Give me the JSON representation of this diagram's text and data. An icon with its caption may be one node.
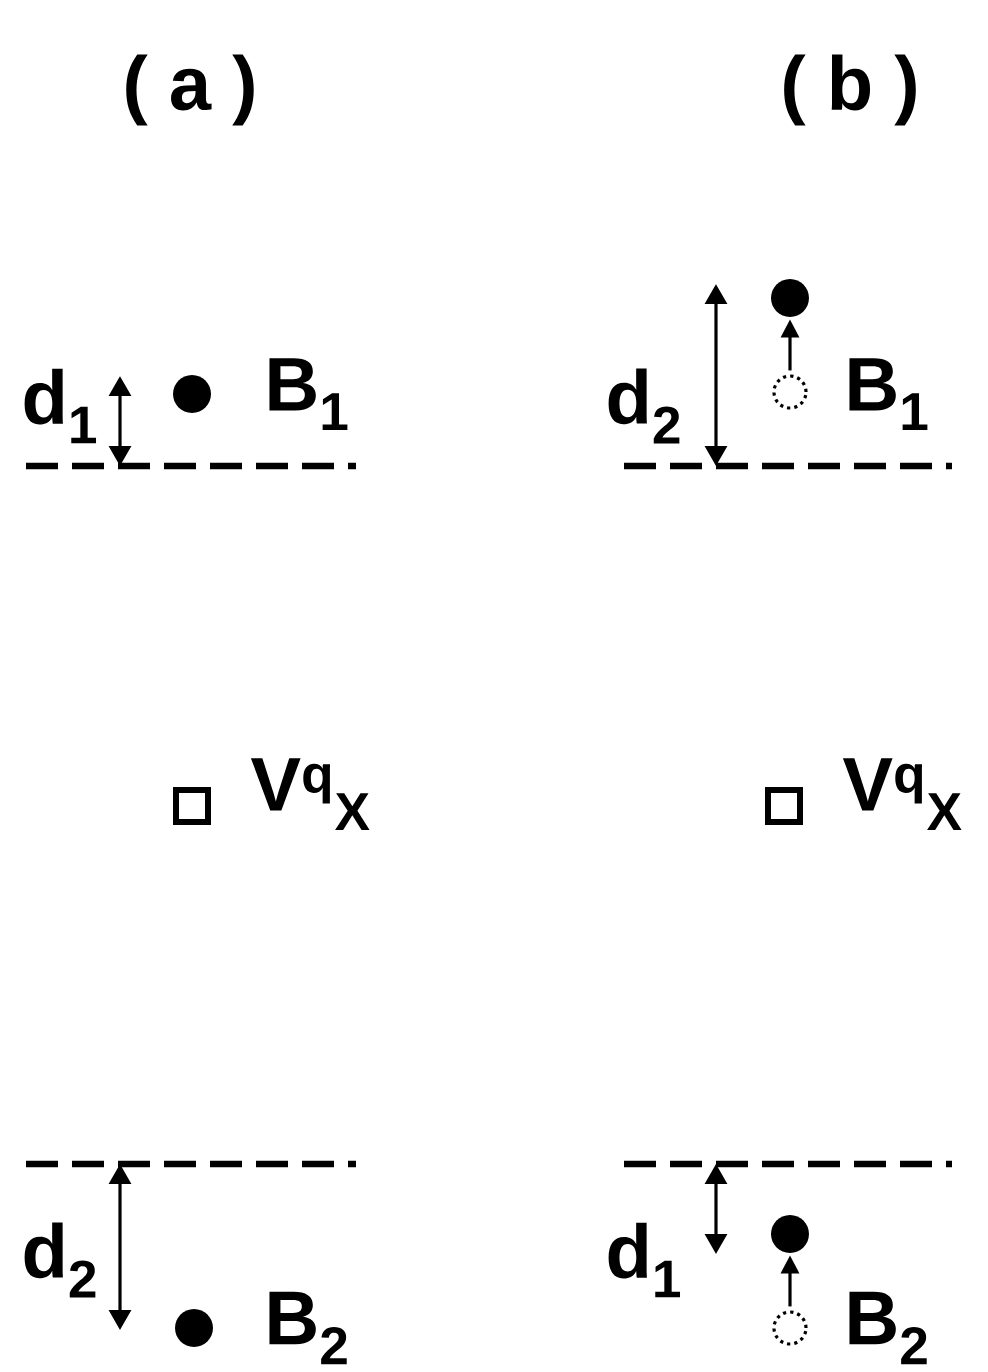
{
  "diagram": {
    "nodes": [
      {
        "text": [],
        "shape": "circle",
        "beside": [
          "B$_{1}$"
        ]
      },
      {
        "text": [],
        "shape": "circle"
      },
      {
        "text": [],
        "shape": "ring",
        "beside": [
          "B$_{1}$"
        ]
      },
      {
        "text": [],
        "shape": "box",
        "beside": [
          "V$^{q}$$_{X}$"
        ]
      },
      {
        "text": [],
        "shape": "box",
        "beside": [
          "V$^{q}$$_{X}$"
        ]
      },
      {
        "text": [],
        "shape": "circle",
        "beside": [
          "B$_{2}$"
        ]
      },
      {
        "text": [],
        "shape": "circle"
      },
      {
        "text": [],
        "shape": "ring",
        "beside": [
          "B$_{2}$"
        ]
      }
    ],
    "edges": [
      {
        "from": 2,
        "to": 1,
        "arrow": "to"
      },
      {
        "from": 7,
        "to": 6,
        "arrow": "to"
      }
    ],
    "labels": [
      "( a )",
      "( b )",
      "d$_{1}$",
      "d$_{2}$",
      "d$_{2}$",
      "d$_{1}$"
    ]
  }
}
